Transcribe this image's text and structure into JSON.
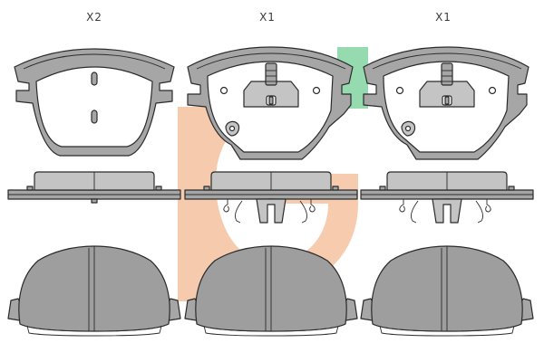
{
  "columns": [
    {
      "quantity": "X2"
    },
    {
      "quantity": "X1"
    },
    {
      "quantity": "X1"
    }
  ],
  "colors": {
    "ink": "#2b2b2b",
    "plate_gray": "#a6a6a6",
    "friction_gray": "#9e9e9e",
    "watermark_orange": "#f0a06a",
    "watermark_green": "#3fbf6f"
  },
  "watermark": {
    "icon": "brand-logo-icon"
  }
}
